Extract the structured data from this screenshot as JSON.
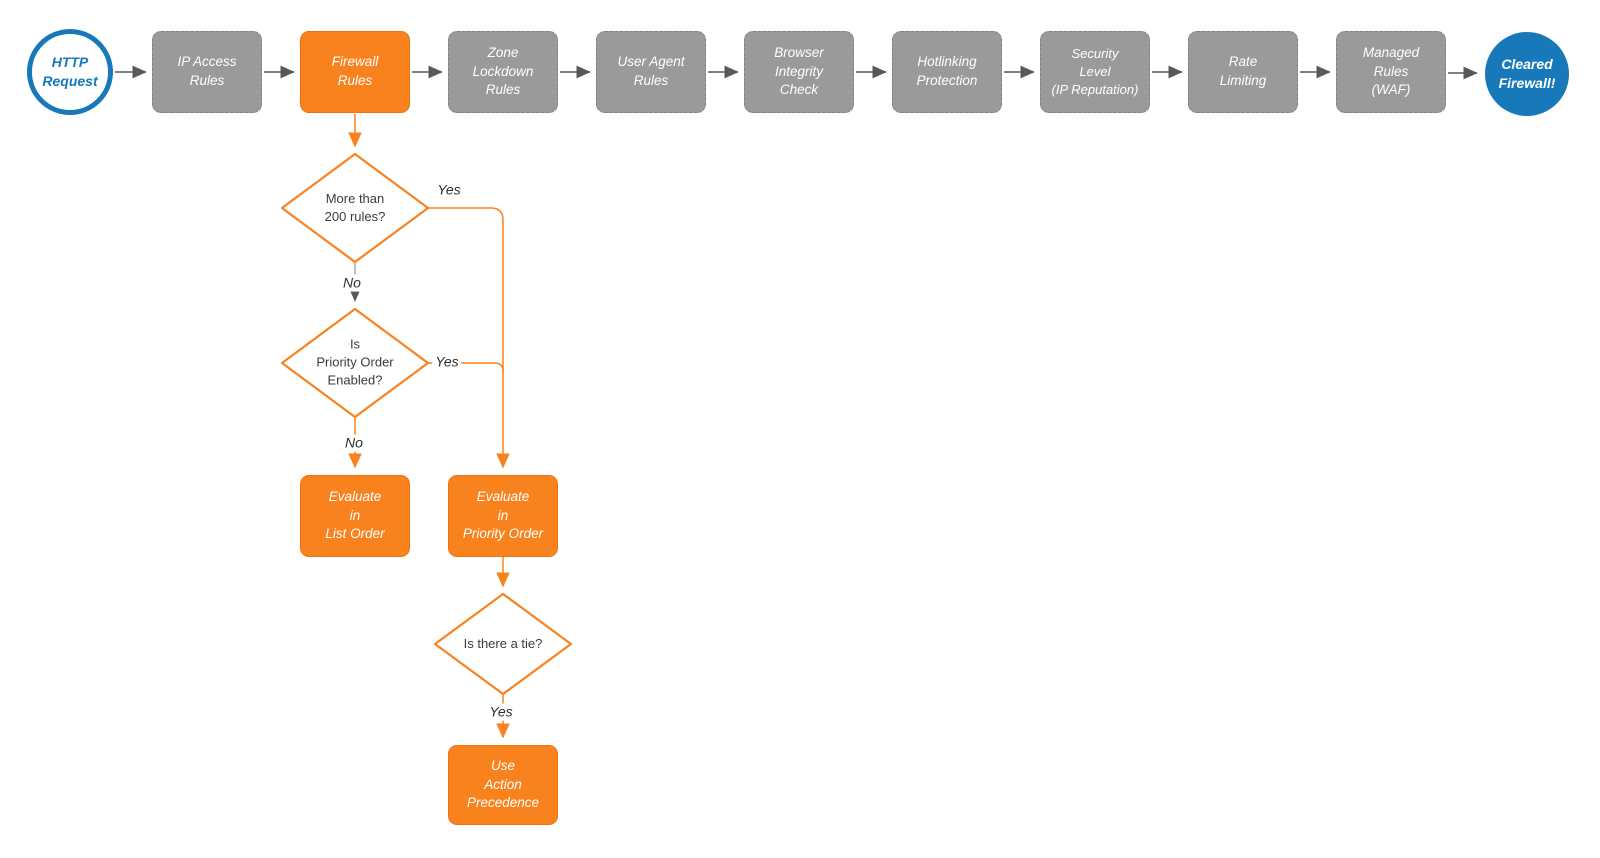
{
  "colors": {
    "accent_orange": "#F8821E",
    "node_gray": "#9A9A9A",
    "accent_blue": "#1779BA",
    "connector_gray": "#55585C"
  },
  "flow": {
    "start": "HTTP\nRequest",
    "steps": [
      "IP Access\nRules",
      "Firewall\nRules",
      "Zone\nLockdown\nRules",
      "User Agent\nRules",
      "Browser\nIntegrity\nCheck",
      "Hotlinking\nProtection",
      "Security\nLevel\n(IP Reputation)",
      "Rate\nLimiting",
      "Managed\nRules\n(WAF)"
    ],
    "end": "Cleared\nFirewall!",
    "decisions": {
      "more_than_200": "More than\n200 rules?",
      "priority_enabled": "Is\nPriority Order\nEnabled?",
      "tie": "Is there a tie?"
    },
    "actions": {
      "list_order": "Evaluate\nin\nList Order",
      "priority_order": "Evaluate\nin\nPriority Order",
      "action_precedence": "Use\nAction\nPrecedence"
    },
    "edge_labels": {
      "yes1": "Yes",
      "no1": "No",
      "yes2": "Yes",
      "no2": "No",
      "yes3": "Yes"
    }
  }
}
